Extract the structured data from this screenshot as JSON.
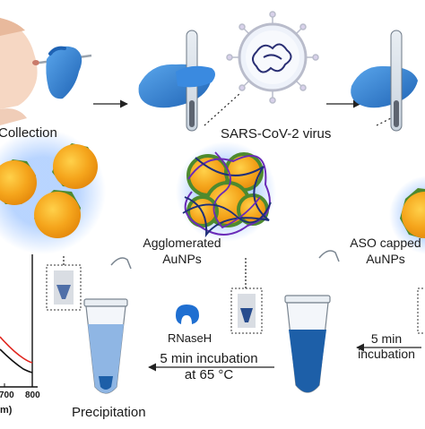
{
  "labels": {
    "collection": "Collection",
    "virus": "SARS-CoV-2 virus",
    "agglomerated_line1": "Agglomerated",
    "agglomerated_line2": "AuNPs",
    "aso_line1": "ASO capped",
    "aso_line2": "AuNPs",
    "rnaseh": "RNaseH",
    "incubation_65_line1": "5 min incubation",
    "incubation_65_line2": "at 65 °C",
    "incubation_right_line1": "5 min",
    "incubation_right_line2": "incubation",
    "precipitation": "Precipitation"
  },
  "axis": {
    "tick_700": "700",
    "tick_800": "800",
    "unit_fragment": "m)"
  },
  "colors": {
    "gold": "#f5a51c",
    "gold_dark": "#e58a0c",
    "shell_green": "#4e8a2e",
    "glove_blue": "#2f7fd0",
    "tube_blue_light": "#8fb6e4",
    "tube_blue_dark": "#1d5fa8",
    "strand_purple": "#6a2bb8",
    "strand_navy": "#1f2f7a",
    "spectrum_red": "#e0261f"
  }
}
